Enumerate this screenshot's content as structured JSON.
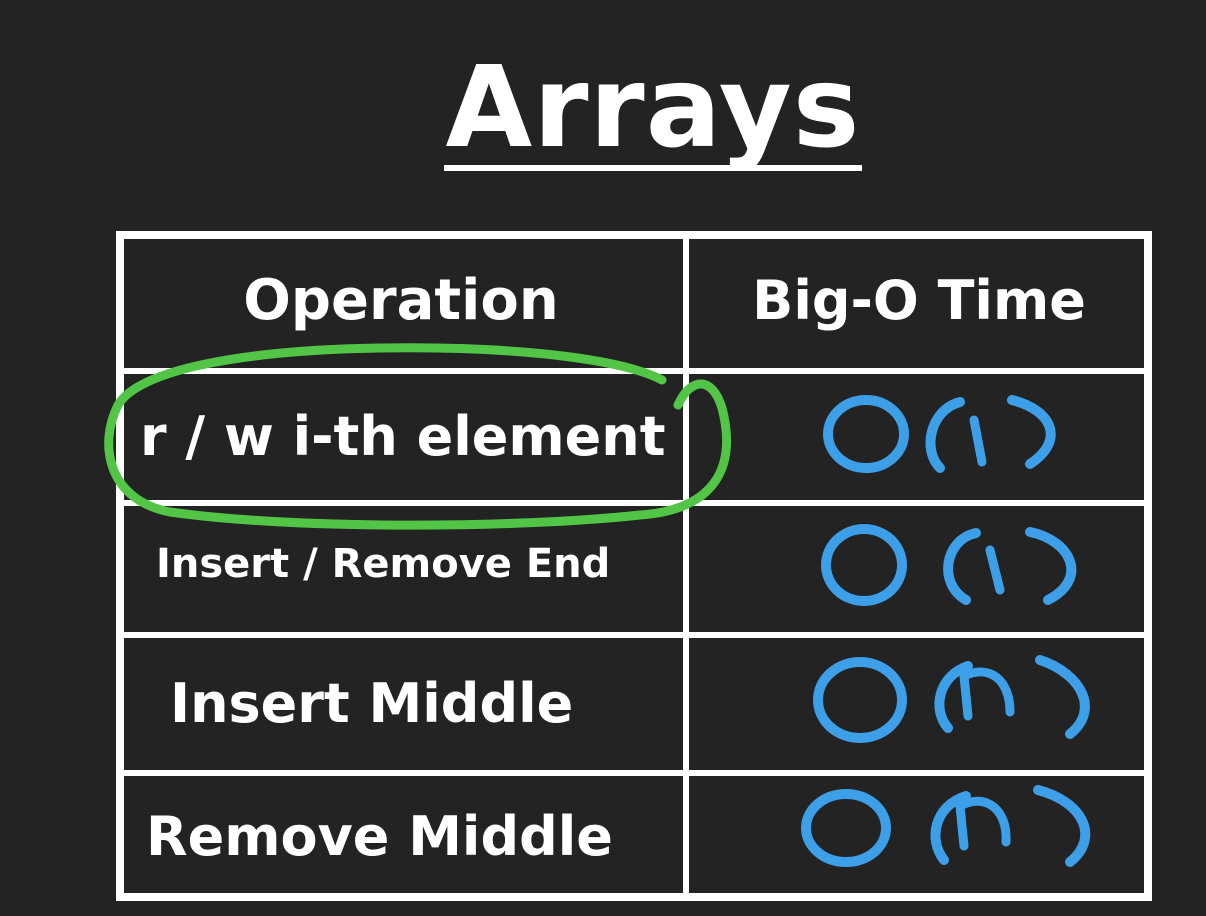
{
  "title": "Arrays",
  "table": {
    "headers": {
      "operation": "Operation",
      "time": "Big-O Time"
    },
    "rows": [
      {
        "operation": "r / w i-th element",
        "complexity": "O(1)"
      },
      {
        "operation": "Insert / Remove End",
        "complexity": "O(1)"
      },
      {
        "operation": "Insert Middle",
        "complexity": "O(n)"
      },
      {
        "operation": "Remove Middle",
        "complexity": "O(n)"
      }
    ]
  },
  "colors": {
    "background": "#232323",
    "text": "#ffffff",
    "grid": "#ffffff",
    "annotation_blue": "#3d9fe8",
    "annotation_green": "#52c446"
  }
}
